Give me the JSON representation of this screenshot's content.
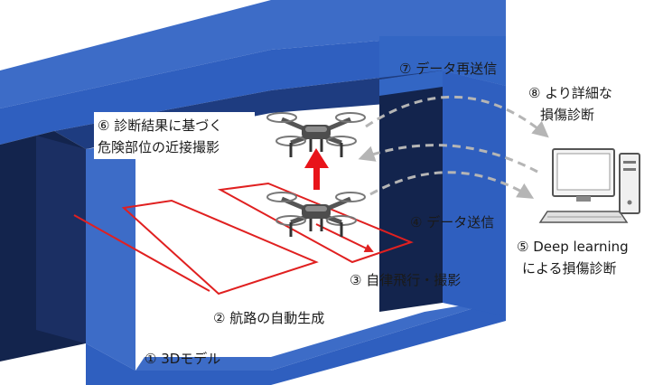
{
  "labels": {
    "step1": "① 3Dモデル",
    "step2": "② 航路の自動生成",
    "step3": "③ 自律飛行・撮影",
    "step4": "④ データ送信",
    "step5_line1": "⑤ Deep learning",
    "step5_line2": "による損傷診断",
    "step6_line1": "⑥ 診断結果に基づく",
    "step6_line2": "危険部位の近接撮影",
    "step7": "⑦ データ再送信",
    "step8_line1": "⑧ より詳細な",
    "step8_line2": "損傷診断"
  },
  "colors": {
    "structure_top": "#3d6cc7",
    "structure_front": "#2f5fbf",
    "structure_dark": "#13244d",
    "structure_side": "#1e3c80",
    "flight_path": "#e02020",
    "arrow_red": "#e8141a",
    "data_arrow": "#b5b5b5"
  },
  "icons": {
    "drone": "quadcopter-drone-icon",
    "computer": "desktop-computer-icon"
  }
}
